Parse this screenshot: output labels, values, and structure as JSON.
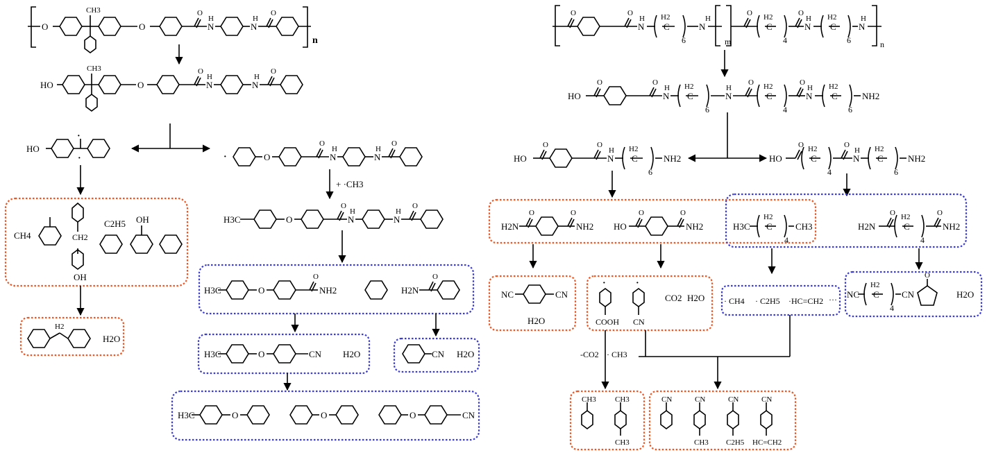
{
  "colors": {
    "orange": "#ee5522",
    "blue": "#3a3ad6",
    "ink": "#000000",
    "background": "#ffffff"
  },
  "labels": {
    "n": "n",
    "m": "m",
    "h2": "H2",
    "sub4": "4",
    "sub6": "6",
    "CH3": "CH3",
    "HO": "HO",
    "OH": "OH",
    "O": "O",
    "H": "H",
    "N": "N",
    "NH2": "NH2",
    "H2N": "H2N",
    "H3C": "H3C",
    "CH2": "CH2",
    "CH4": "CH4",
    "C2H5": "C2H5",
    "CN": "CN",
    "NC": "NC",
    "NH": "NH",
    "H2O": "H2O",
    "CO2": "CO2",
    "COOH": "COOH",
    "dot": "·",
    "plus_ch3": "+ ·CH3",
    "minus_co2": "-CO2",
    "dot_ch3": "· CH3",
    "dot_ch4": "· CH4",
    "dot_c2h5": "· C2H5",
    "dot_vinyl": "·HC=CH2",
    "ellipsis": "···",
    "hc_ch2": "HC=CH2",
    "dot_small": "·"
  }
}
